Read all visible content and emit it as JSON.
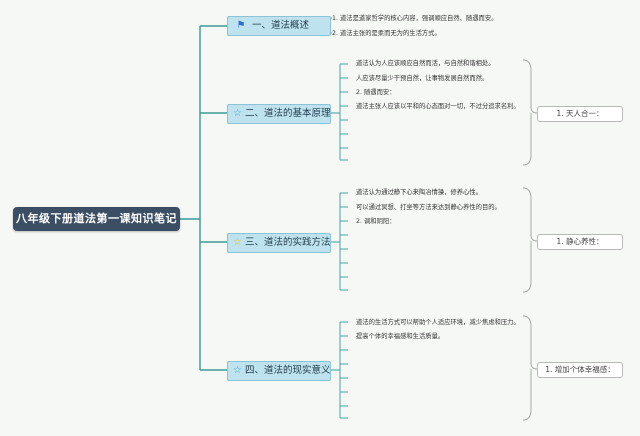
{
  "root": {
    "title": "八年级下册道法第一课知识笔记"
  },
  "branches": [
    {
      "icon": "flag-icon",
      "title": "一、道法概述",
      "leaves": [
        "1. 道法是道家哲学的核心内容，强调顺应自然、随遇而安。",
        "2. 道法主张的是柔而无为的生活方式。"
      ]
    },
    {
      "icon": "star-icon",
      "title": "二、道法的基本原理",
      "leaves": [
        "道法认为人应该顺应自然而活，与自然和谐相处。",
        "人应该尽量少干预自然，让事物发展自然而然。",
        "2. 随遇而安：",
        "道法主张人应该以平和的心态面对一切，不过分追求名利。",
        "",
        "",
        "",
        ""
      ],
      "summary": "1. 天人合一："
    },
    {
      "icon": "star-gold-icon",
      "title": "三、道法的实践方法",
      "leaves": [
        "道法认为通过静下心来陶冶情操，修养心性。",
        "可以通过冥想、打坐等方法来达到静心养性的目的。",
        "2. 调和阴阳：",
        "",
        "",
        "",
        "",
        ""
      ],
      "summary": "1. 静心养性："
    },
    {
      "icon": "star-icon",
      "title": "四、道法的现实意义",
      "leaves": [
        "道法的生活方式可以帮助个人适应环境，减少焦虑和压力。",
        "提高个体的幸福感和生活质量。",
        "",
        "",
        "",
        "",
        "",
        ""
      ],
      "summary": "1. 增加个体幸福感："
    }
  ]
}
